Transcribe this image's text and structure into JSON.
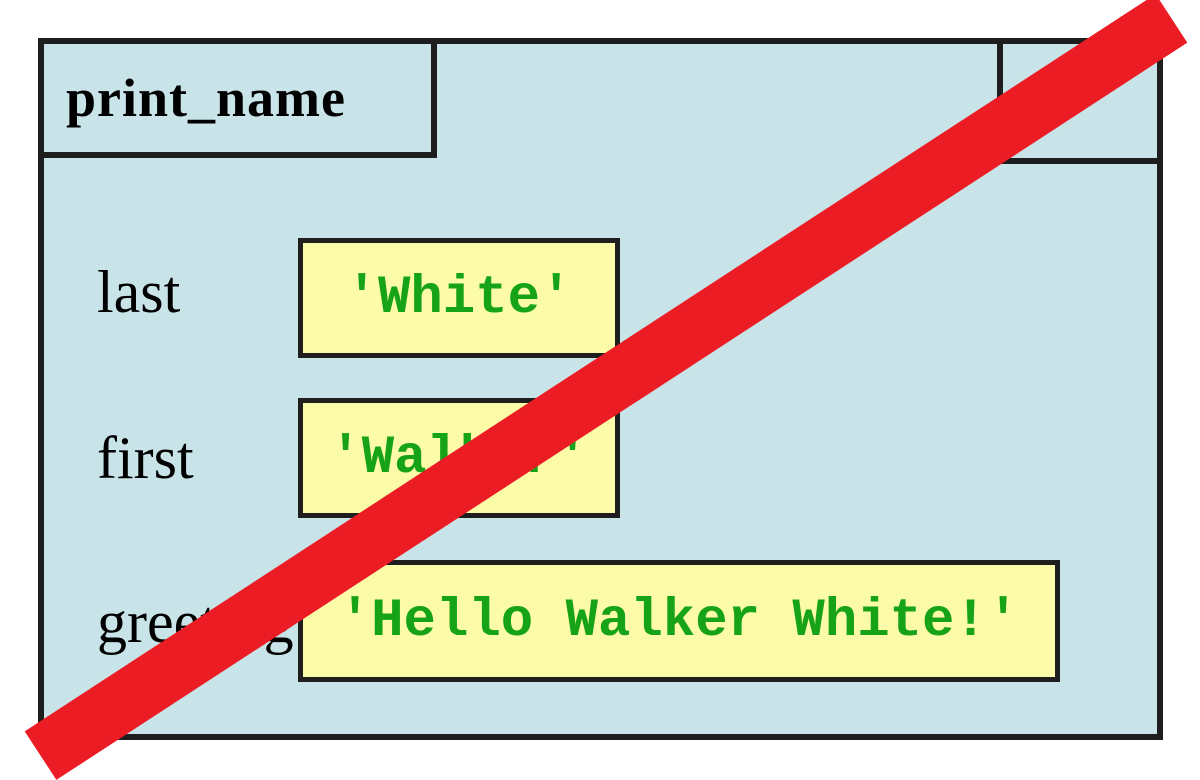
{
  "diagram": {
    "type": "function-call-frame",
    "frame": {
      "title": "print_name",
      "counter_box_value": ""
    },
    "variables": [
      {
        "name": "last",
        "value": "'White'"
      },
      {
        "name": "first",
        "value": "'Walker'"
      },
      {
        "name": "greeting",
        "value": "'Hello Walker White!'"
      }
    ],
    "annotation": {
      "kind": "red-cross-out-stripe",
      "meaning": "frame deleted / erased"
    }
  },
  "colors": {
    "frame_fill": "#C9E4E8",
    "value_fill": "#FBFBA8",
    "string_green": "#17A317",
    "stripe_red": "#EC1C24",
    "border_black": "#1E1E1E"
  }
}
